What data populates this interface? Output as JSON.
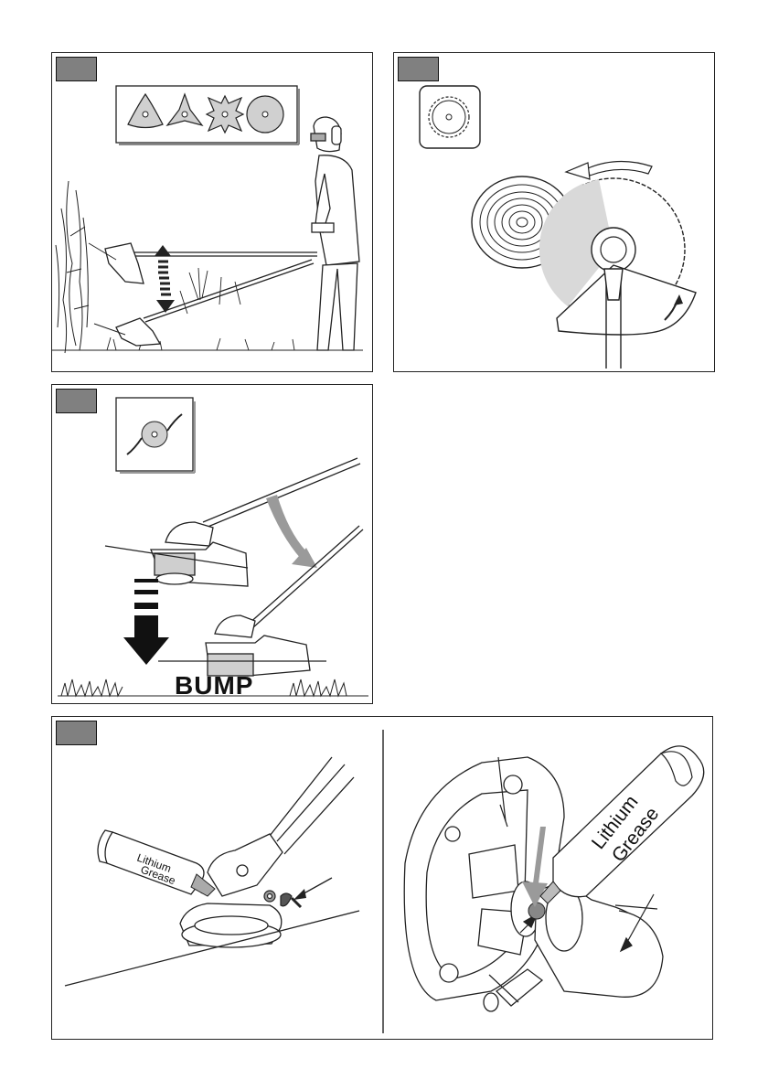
{
  "labels": {
    "bump": "BUMP",
    "grease_left_line1": "Lithium",
    "grease_left_line2": "Grease",
    "grease_right_line1": "Lithium",
    "grease_right_line2": "Grease"
  },
  "colors": {
    "line": "#1a1a1a",
    "tag_fill": "#808080",
    "shade": "#d9d9d9",
    "arrow_gray": "#9a9a9a"
  },
  "icons": {
    "blade_set": [
      "three-lobe-blade-icon",
      "three-tooth-blade-icon",
      "four-tooth-blade-icon",
      "disc-blade-icon"
    ],
    "saw_blade": "saw-blade-icon",
    "trimmer_head": "trimmer-line-head-icon"
  }
}
